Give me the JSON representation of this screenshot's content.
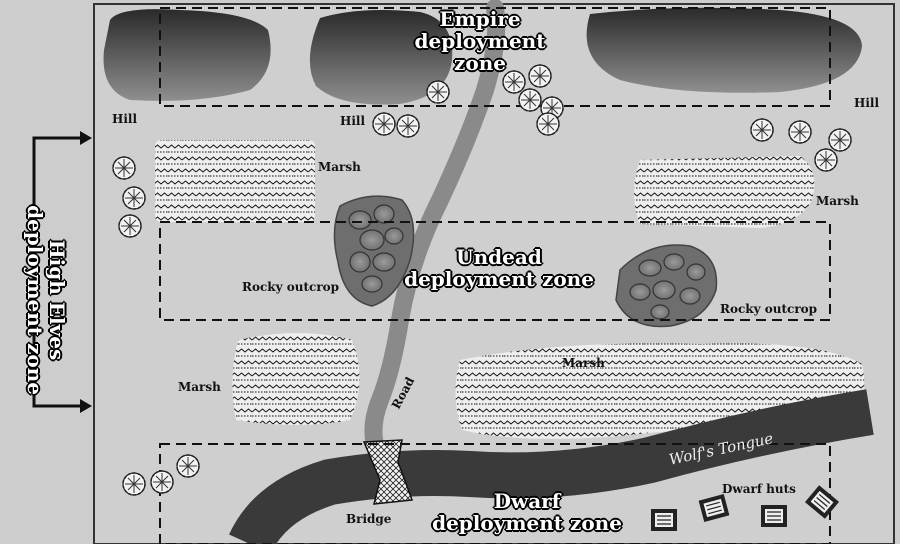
{
  "map": {
    "zones": {
      "empire": {
        "line1": "Empire",
        "line2": "deployment zone"
      },
      "undead": {
        "line1": "Undead",
        "line2": "deployment zone"
      },
      "dwarf": {
        "line1": "Dwarf",
        "line2": "deployment zone"
      },
      "high_elves": {
        "line1": "High Elves",
        "line2": "deployment zone"
      }
    },
    "labels": {
      "hill_left": "Hill",
      "hill_center": "Hill",
      "hill_right": "Hill",
      "marsh_top_left": "Marsh",
      "marsh_top_right": "Marsh",
      "marsh_bottom_left": "Marsh",
      "marsh_bottom_center": "Marsh",
      "rocky_left": "Rocky outcrop",
      "rocky_right": "Rocky outcrop",
      "road": "Road",
      "river": "Wolf's Tongue",
      "bridge": "Bridge",
      "dwarf_huts": "Dwarf huts"
    },
    "icons": [
      "tree-icon",
      "hut-icon",
      "rock-icon",
      "arrow-icon"
    ],
    "colors": {
      "background": "#cdcdcd",
      "river": "#3a3a3a",
      "road": "#8a8a8a",
      "hill": "#555555"
    }
  }
}
